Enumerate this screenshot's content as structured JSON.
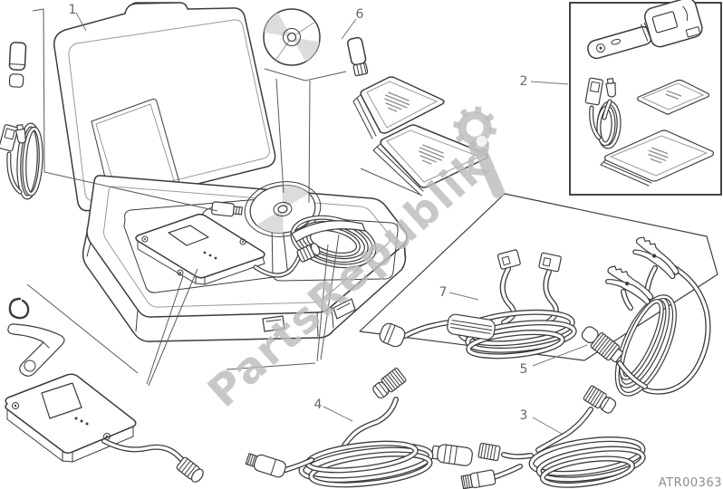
{
  "diagram": {
    "watermark": "PartsRepublik",
    "part_code": "ATR00363",
    "callouts": [
      "1",
      "2",
      "3",
      "4",
      "5",
      "6",
      "7"
    ],
    "colors": {
      "line": "#3c3c3c",
      "shade": "#dcdcdc",
      "watermark": "#bcbcbc",
      "label": "#666666",
      "part_code": "#8d8d8d",
      "background": "#ffffff"
    }
  }
}
